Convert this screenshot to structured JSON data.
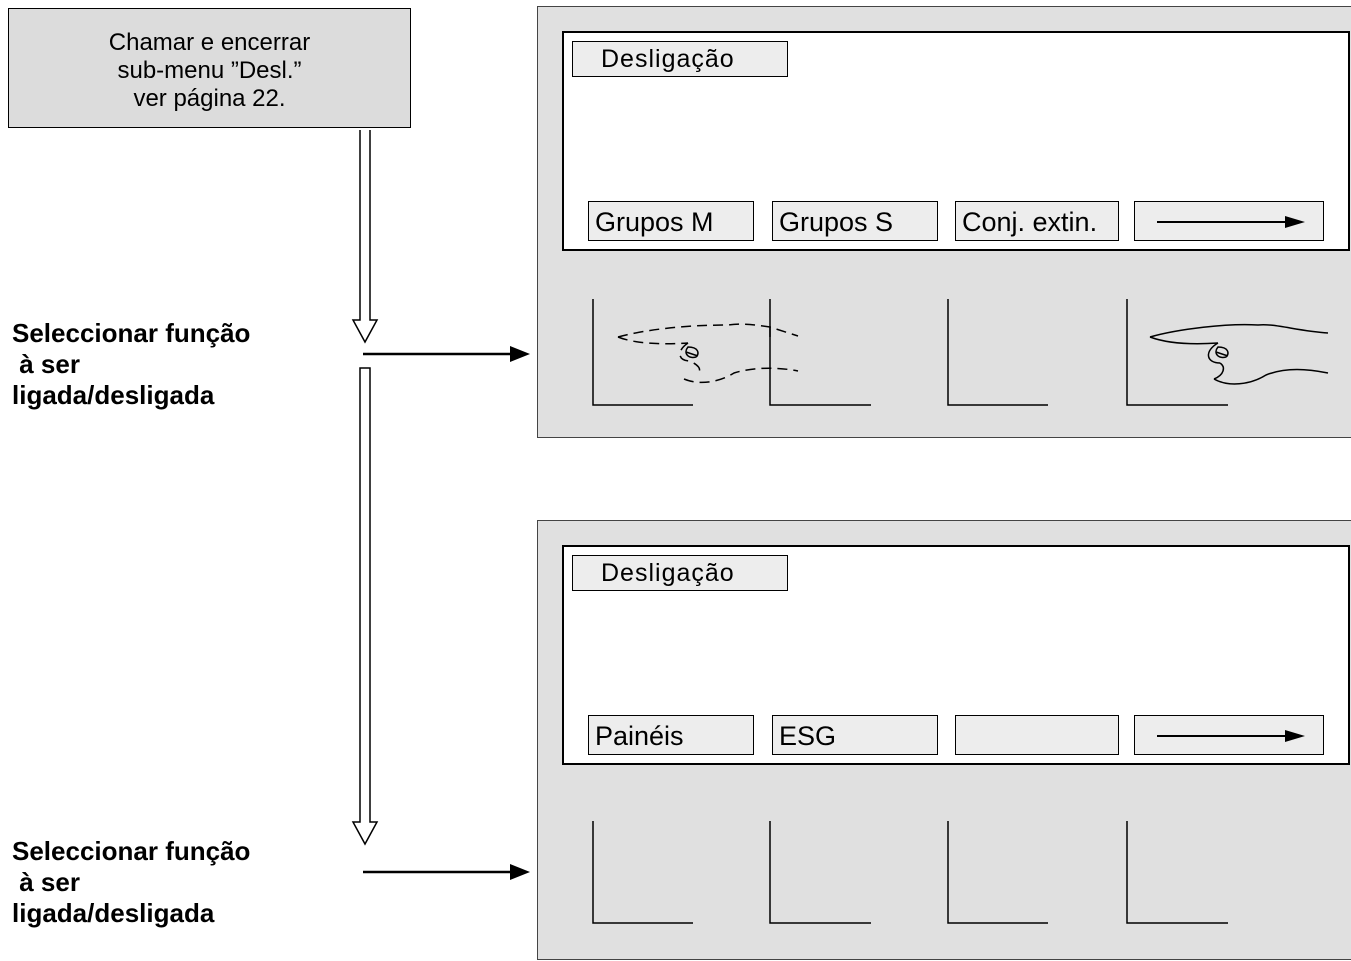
{
  "reference_box": {
    "lines": [
      "Chamar e encerrar",
      "sub-menu ”Desl.”",
      "ver página 22."
    ]
  },
  "steps": [
    {
      "lines": [
        "Seleccionar função",
        " à ser",
        "ligada/desligada"
      ]
    },
    {
      "lines": [
        "Seleccionar função",
        " à ser",
        "ligada/desligada"
      ]
    }
  ],
  "panels": [
    {
      "title": "Desligação",
      "softkeys": [
        "Grupos M",
        "Grupos S",
        "Conj. extin.",
        ""
      ],
      "pressed_keys": [
        1,
        4
      ]
    },
    {
      "title": "Desligação",
      "softkeys": [
        "Painéis",
        "ESG",
        "",
        ""
      ],
      "pressed_keys": []
    }
  ],
  "colors": {
    "panel_bg": "#e0e0e0",
    "box_bg": "#dcdcdc",
    "line": "#000000"
  }
}
